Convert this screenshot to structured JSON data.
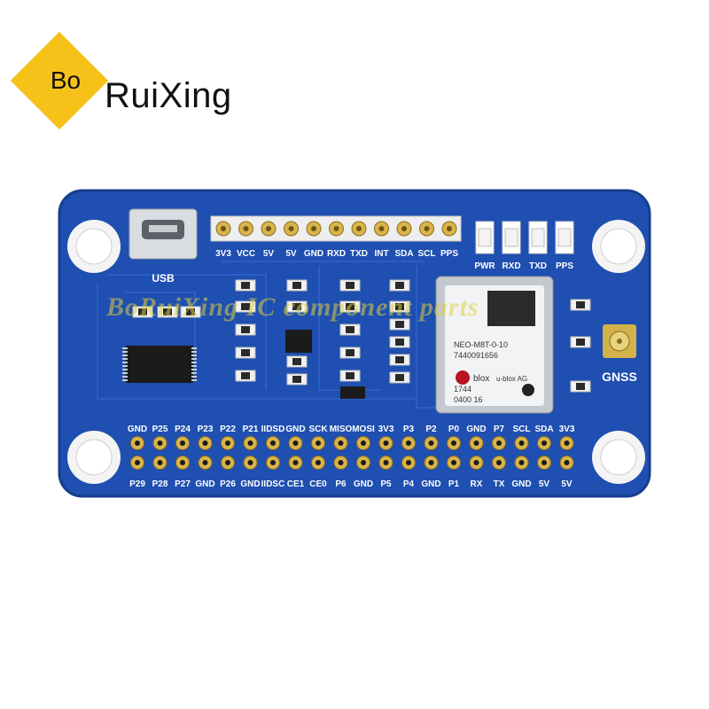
{
  "brand": {
    "badge": "Bo",
    "name": "RuiXing",
    "badge_color": "#f6c21a"
  },
  "watermark": "BoRuiXing IC component parts",
  "board": {
    "color": "#1f4fb0",
    "usb_label": "USB",
    "antenna_label": "GNSS",
    "top_header_labels": [
      "3V3",
      "VCC",
      "5V",
      "5V",
      "GND",
      "RXD",
      "TXD",
      "INT",
      "SDA",
      "SCL",
      "PPS"
    ],
    "leds": [
      "PWR",
      "RXD",
      "TXD",
      "PPS"
    ],
    "gpio_top_labels": [
      "GND",
      "P25",
      "P24",
      "P23",
      "P22",
      "P21",
      "IIDSD",
      "GND",
      "SCK",
      "MISO",
      "MOSI",
      "3V3",
      "P3",
      "P2",
      "P0",
      "GND",
      "P7",
      "SCL",
      "SDA",
      "3V3"
    ],
    "gpio_bottom_labels": [
      "P29",
      "P28",
      "P27",
      "GND",
      "P26",
      "GND",
      "IIDSC",
      "CE1",
      "CE0",
      "P6",
      "GND",
      "P5",
      "P4",
      "GND",
      "P1",
      "RX",
      "TX",
      "GND",
      "5V",
      "5V"
    ],
    "module": {
      "brand": "blox",
      "model": "NEO-M8T-0-10",
      "serial": "7440091656",
      "line3": "1744",
      "line4": "0400 16",
      "maker": "u-blox AG"
    }
  }
}
